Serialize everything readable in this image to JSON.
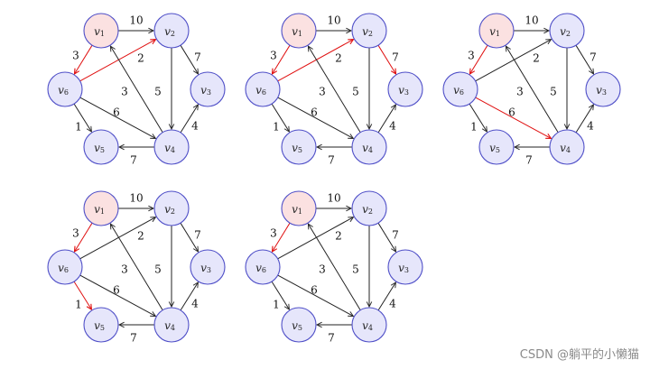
{
  "colors": {
    "default_fill": "#e6e6fb",
    "default_stroke": "#5050c8",
    "start_fill": "#fbe1e1",
    "start_stroke": "#e08a8a",
    "edge_default": "#222222",
    "edge_highlight": "#e01010"
  },
  "nodes": [
    {
      "id": "v1",
      "base": "v",
      "sub": "1"
    },
    {
      "id": "v2",
      "base": "v",
      "sub": "2"
    },
    {
      "id": "v3",
      "base": "v",
      "sub": "3"
    },
    {
      "id": "v4",
      "base": "v",
      "sub": "4"
    },
    {
      "id": "v5",
      "base": "v",
      "sub": "5"
    },
    {
      "id": "v6",
      "base": "v",
      "sub": "6"
    }
  ],
  "edges": [
    {
      "id": "e12",
      "from": "v1",
      "to": "v2",
      "weight": "10"
    },
    {
      "id": "e16",
      "from": "v1",
      "to": "v6",
      "weight": "3"
    },
    {
      "id": "e62",
      "from": "v6",
      "to": "v2",
      "weight": "2"
    },
    {
      "id": "e23",
      "from": "v2",
      "to": "v3",
      "weight": "7"
    },
    {
      "id": "e24",
      "from": "v2",
      "to": "v4",
      "weight": "5"
    },
    {
      "id": "e41",
      "from": "v4",
      "to": "v1",
      "weight": "3"
    },
    {
      "id": "e64",
      "from": "v6",
      "to": "v4",
      "weight": "6"
    },
    {
      "id": "e65",
      "from": "v6",
      "to": "v5",
      "weight": "1"
    },
    {
      "id": "e43",
      "from": "v4",
      "to": "v3",
      "weight": "4"
    },
    {
      "id": "e45",
      "from": "v4",
      "to": "v5",
      "weight": "7"
    }
  ],
  "panels": [
    {
      "name": "panel-1",
      "start": "v1",
      "highlighted": [
        "e16",
        "e62"
      ]
    },
    {
      "name": "panel-2",
      "start": "v1",
      "highlighted": [
        "e16",
        "e62",
        "e23"
      ]
    },
    {
      "name": "panel-3",
      "start": "v1",
      "highlighted": [
        "e16",
        "e64"
      ]
    },
    {
      "name": "panel-4",
      "start": "v1",
      "highlighted": [
        "e16",
        "e65"
      ]
    },
    {
      "name": "panel-5",
      "start": "v1",
      "highlighted": [
        "e16"
      ]
    }
  ],
  "watermark": "CSDN @躺平的小懒猫"
}
